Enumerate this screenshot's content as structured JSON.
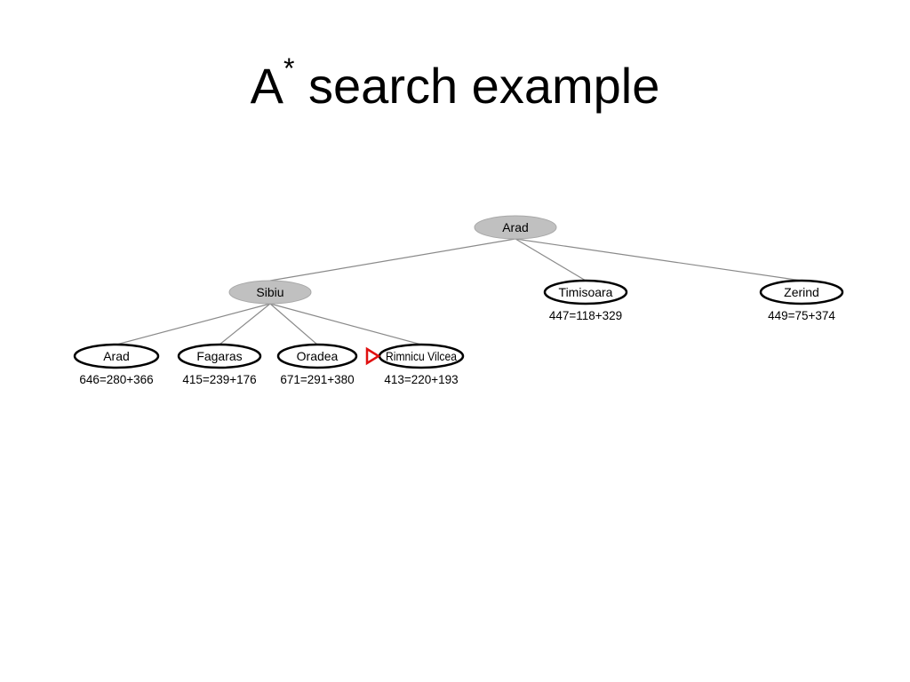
{
  "title": {
    "main": "A",
    "superscript": "*",
    "rest": " search example"
  },
  "colors": {
    "expanded_fill": "#c0c0c0",
    "frontier_fill": "#ffffff",
    "edge": "#8a8a8a",
    "marker": "#e01010"
  },
  "tree": {
    "nodes": [
      {
        "id": "arad-root",
        "label": "Arad",
        "cost": "",
        "state": "expanded"
      },
      {
        "id": "sibiu",
        "label": "Sibiu",
        "cost": "",
        "state": "expanded"
      },
      {
        "id": "timisoara",
        "label": "Timisoara",
        "cost": "447=118+329",
        "state": "frontier"
      },
      {
        "id": "zerind",
        "label": "Zerind",
        "cost": "449=75+374",
        "state": "frontier"
      },
      {
        "id": "arad-leaf",
        "label": "Arad",
        "cost": "646=280+366",
        "state": "frontier"
      },
      {
        "id": "fagaras",
        "label": "Fagaras",
        "cost": "415=239+176",
        "state": "frontier"
      },
      {
        "id": "oradea",
        "label": "Oradea",
        "cost": "671=291+380",
        "state": "frontier"
      },
      {
        "id": "rimnicu-vilcea",
        "label": "Rimnicu Vilcea",
        "cost": "413=220+193",
        "state": "selected"
      }
    ],
    "edges": [
      [
        "arad-root",
        "sibiu"
      ],
      [
        "arad-root",
        "timisoara"
      ],
      [
        "arad-root",
        "zerind"
      ],
      [
        "sibiu",
        "arad-leaf"
      ],
      [
        "sibiu",
        "fagaras"
      ],
      [
        "sibiu",
        "oradea"
      ],
      [
        "sibiu",
        "rimnicu-vilcea"
      ]
    ]
  }
}
